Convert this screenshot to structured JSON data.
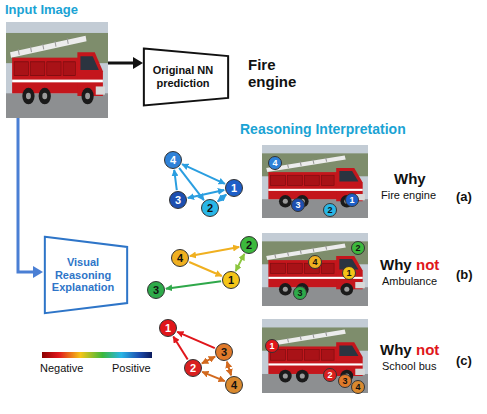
{
  "diagram": {
    "nodes": [
      {
        "text": [
          "Original NN prediction"
        ]
      },
      {
        "text": [
          "1"
        ]
      },
      {
        "text": [
          "2"
        ]
      },
      {
        "text": [
          "3"
        ]
      },
      {
        "text": [
          "4"
        ]
      },
      {
        "text": [
          "1"
        ]
      },
      {
        "text": [
          "2"
        ]
      },
      {
        "text": [
          "3"
        ]
      },
      {
        "text": [
          "4"
        ]
      },
      {
        "text": [
          "Visual Reasoning Explanation"
        ]
      },
      {
        "text": [
          "1"
        ]
      },
      {
        "text": [
          "2"
        ]
      },
      {
        "text": [
          "3"
        ]
      },
      {
        "text": [
          "4"
        ]
      },
      {
        "text": [
          "1"
        ]
      },
      {
        "text": [
          "2"
        ]
      },
      {
        "text": [
          "3"
        ]
      },
      {
        "text": [
          "4"
        ]
      },
      {
        "text": [
          "1"
        ]
      },
      {
        "text": [
          "2"
        ]
      },
      {
        "text": [
          "3"
        ]
      },
      {
        "text": [
          "4"
        ]
      },
      {
        "text": [
          "1"
        ]
      },
      {
        "text": [
          "2"
        ]
      },
      {
        "text": [
          "3"
        ]
      },
      {
        "text": [
          "4"
        ]
      }
    ],
    "edges": [
      {
        "from": 4,
        "to": 1,
        "arrow": "both"
      },
      {
        "from": 4,
        "to": 2,
        "arrow": "to"
      },
      {
        "from": 3,
        "to": 1,
        "arrow": "both"
      },
      {
        "from": 2,
        "to": 1,
        "arrow": "both"
      },
      {
        "from": 3,
        "to": 4,
        "arrow": "to"
      },
      {
        "from": 13,
        "to": 11,
        "arrow": "both"
      },
      {
        "from": 11,
        "to": 10,
        "arrow": "both"
      },
      {
        "from": 10,
        "to": 12,
        "arrow": "to"
      },
      {
        "from": 13,
        "to": 10,
        "arrow": "to"
      },
      {
        "from": 20,
        "to": 18,
        "arrow": "to"
      },
      {
        "from": 19,
        "to": 18,
        "arrow": "to"
      },
      {
        "from": 19,
        "to": 20,
        "arrow": "both"
      },
      {
        "from": 19,
        "to": 21,
        "arrow": "both"
      },
      {
        "from": 20,
        "to": 21,
        "arrow": "both"
      }
    ],
    "labels": [
      "Input Image",
      "Fire engine",
      "Reasoning Interpretation",
      "Why",
      "Fire engine",
      "(a)",
      "Why",
      "not",
      "Ambulance",
      "(b)",
      "Why",
      "not",
      "School bus",
      "(c)",
      "Negative",
      "Positive"
    ]
  }
}
